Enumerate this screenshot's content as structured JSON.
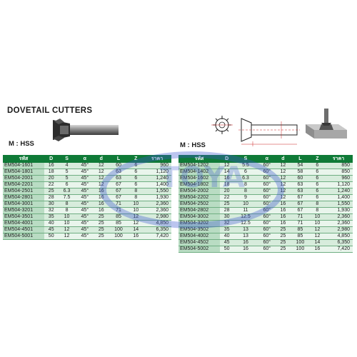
{
  "title": "DOVETAIL CUTTERS",
  "material_left": "M : HSS",
  "material_right": "M : HSS",
  "watermark_text": "TOYA",
  "accent_color": "#0f7a37",
  "left_table": {
    "headers": [
      "รหัส",
      "D",
      "S",
      "α",
      "d",
      "L",
      "Z",
      "ราคา"
    ],
    "rows": [
      [
        "EM504-1601",
        "16",
        "4",
        "45°",
        "12",
        "60",
        "6",
        "960"
      ],
      [
        "EM504-1801",
        "18",
        "5",
        "45°",
        "12",
        "63",
        "6",
        "1,120"
      ],
      [
        "EM504-2001",
        "20",
        "5",
        "45°",
        "12",
        "63",
        "6",
        "1,240"
      ],
      [
        "EM504-2201",
        "22",
        "6",
        "45°",
        "12",
        "67",
        "6",
        "1,400"
      ],
      [
        "EM504-2501",
        "25",
        "6.3",
        "45°",
        "16",
        "67",
        "8",
        "1,550"
      ],
      [
        "EM504-2801",
        "28",
        "7.5",
        "45°",
        "16",
        "67",
        "8",
        "1,930"
      ],
      [
        "EM504-3001",
        "30",
        "8",
        "45°",
        "16",
        "71",
        "10",
        "2,360"
      ],
      [
        "EM504-3201",
        "32",
        "8",
        "45°",
        "16",
        "71",
        "10",
        "2,360"
      ],
      [
        "EM504-3501",
        "35",
        "10",
        "45°",
        "25",
        "85",
        "12",
        "2,980"
      ],
      [
        "EM504-4001",
        "40",
        "10",
        "45°",
        "25",
        "85",
        "12",
        "4,850"
      ],
      [
        "EM504-4501",
        "45",
        "12",
        "45°",
        "25",
        "100",
        "14",
        "6,350"
      ],
      [
        "EM504-5001",
        "50",
        "12",
        "45°",
        "25",
        "100",
        "16",
        "7,420"
      ]
    ]
  },
  "right_table": {
    "headers": [
      "รหัส",
      "D",
      "S",
      "α",
      "d",
      "L",
      "Z",
      "ราคา"
    ],
    "rows": [
      [
        "EM504-1202",
        "12",
        "5.5",
        "60°",
        "12",
        "54",
        "6",
        "850"
      ],
      [
        "EM504-1402",
        "14",
        "6",
        "60°",
        "12",
        "58",
        "6",
        "850"
      ],
      [
        "EM504-1602",
        "16",
        "6.3",
        "60°",
        "12",
        "60",
        "6",
        "960"
      ],
      [
        "EM504-1802",
        "18",
        "8",
        "60°",
        "12",
        "63",
        "6",
        "1,120"
      ],
      [
        "EM504-2002",
        "20",
        "8",
        "60°",
        "12",
        "63",
        "6",
        "1,240"
      ],
      [
        "EM504-2202",
        "22",
        "9",
        "60°",
        "12",
        "67",
        "6",
        "1,400"
      ],
      [
        "EM504-2502",
        "25",
        "10",
        "60°",
        "16",
        "67",
        "8",
        "1,550"
      ],
      [
        "EM504-2802",
        "28",
        "11",
        "60°",
        "16",
        "67",
        "8",
        "1,930"
      ],
      [
        "EM504-3002",
        "30",
        "12.5",
        "60°",
        "16",
        "71",
        "10",
        "2,360"
      ],
      [
        "EM504-3202",
        "32",
        "12.5",
        "60°",
        "16",
        "71",
        "10",
        "2,360"
      ],
      [
        "EM504-3502",
        "35",
        "13",
        "60°",
        "25",
        "85",
        "12",
        "2,980"
      ],
      [
        "EM504-4002",
        "40",
        "13",
        "60°",
        "25",
        "85",
        "12",
        "4,850"
      ],
      [
        "EM504-4502",
        "45",
        "16",
        "60°",
        "25",
        "100",
        "14",
        "6,350"
      ],
      [
        "EM504-5002",
        "50",
        "16",
        "60°",
        "25",
        "100",
        "16",
        "7,420"
      ]
    ]
  },
  "icons": [
    "dovetail-cutter-photo-icon",
    "cutter-front-view-diagram-icon",
    "cutter-dimension-diagram-icon",
    "dovetail-slot-workpiece-icon"
  ]
}
